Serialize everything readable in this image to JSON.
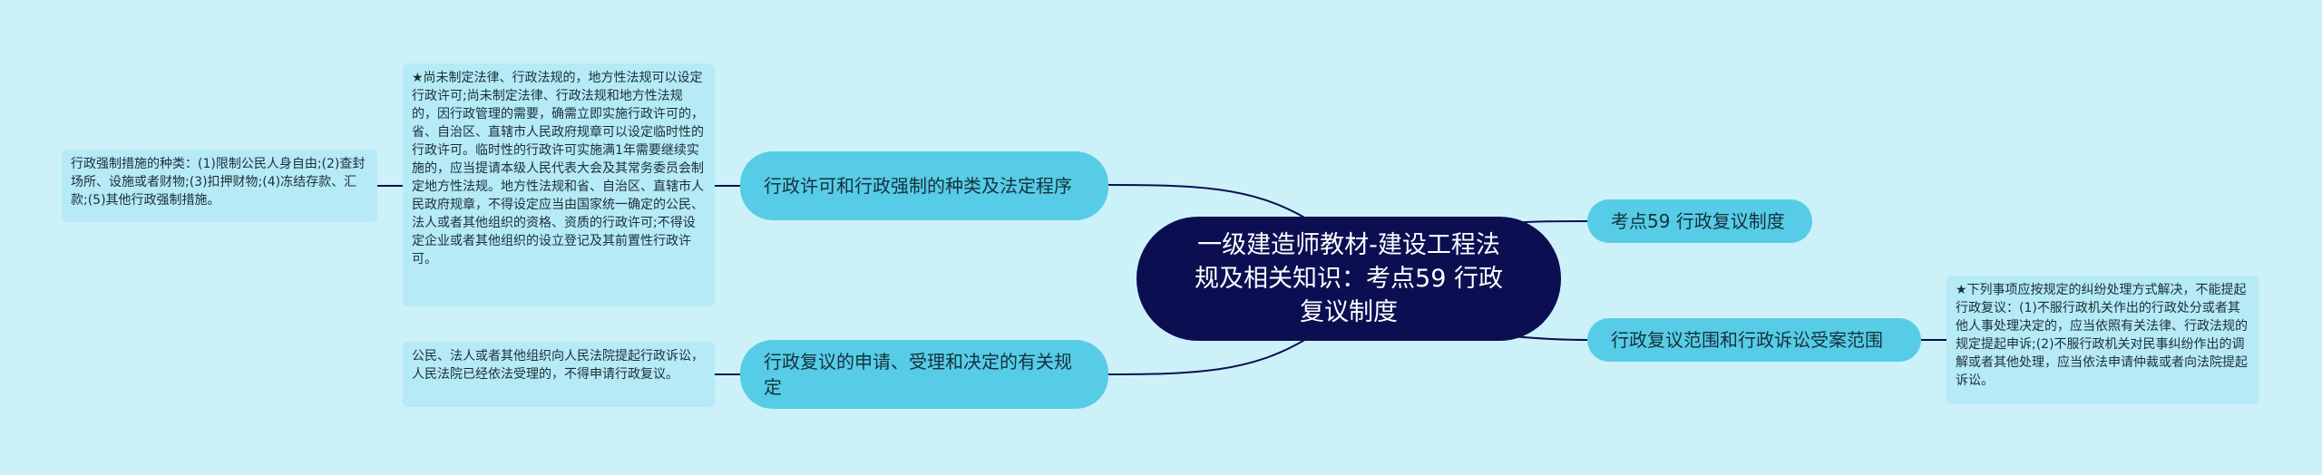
{
  "root": {
    "title": "一级建造师教材-建设工程法规及相关知识：考点59 行政复议制度"
  },
  "branches": {
    "b1": "行政许可和行政强制的种类及法定程序",
    "b2": "行政复议的申请、受理和决定的有关规定",
    "b3": "考点59 行政复议制度",
    "b4": "行政复议范围和行政诉讼受案范围"
  },
  "leaves": {
    "l1": "★尚未制定法律、行政法规的，地方性法规可以设定行政许可;尚未制定法律、行政法规和地方性法规的，因行政管理的需要，确需立即实施行政许可的，省、自治区、直辖市人民政府规章可以设定临时性的行政许可。临时性的行政许可实施满1年需要继续实施的，应当提请本级人民代表大会及其常务委员会制定地方性法规。地方性法规和省、自治区、直辖市人民政府规章，不得设定应当由国家统一确定的公民、法人或者其他组织的资格、资质的行政许可;不得设定企业或者其他组织的设立登记及其前置性行政许可。",
    "l2": "行政强制措施的种类：(1)限制公民人身自由;(2)查封场所、设施或者财物;(3)扣押财物;(4)冻结存款、汇款;(5)其他行政强制措施。",
    "l3": "公民、法人或者其他组织向人民法院提起行政诉讼，人民法院已经依法受理的，不得申请行政复议。",
    "l4": "★下列事项应按规定的纠纷处理方式解决，不能提起行政复议：(1)不服行政机关作出的行政处分或者其他人事处理决定的，应当依照有关法律、行政法规的规定提起申诉;(2)不服行政机关对民事纠纷作出的调解或者其他处理，应当依法申请仲裁或者向法院提起诉讼。"
  },
  "colors": {
    "background": "#cdf1f9",
    "root": "#0b0f52",
    "branch": "#57cce6",
    "leaf": "#b5eaf6",
    "line": "#0b0f52"
  }
}
